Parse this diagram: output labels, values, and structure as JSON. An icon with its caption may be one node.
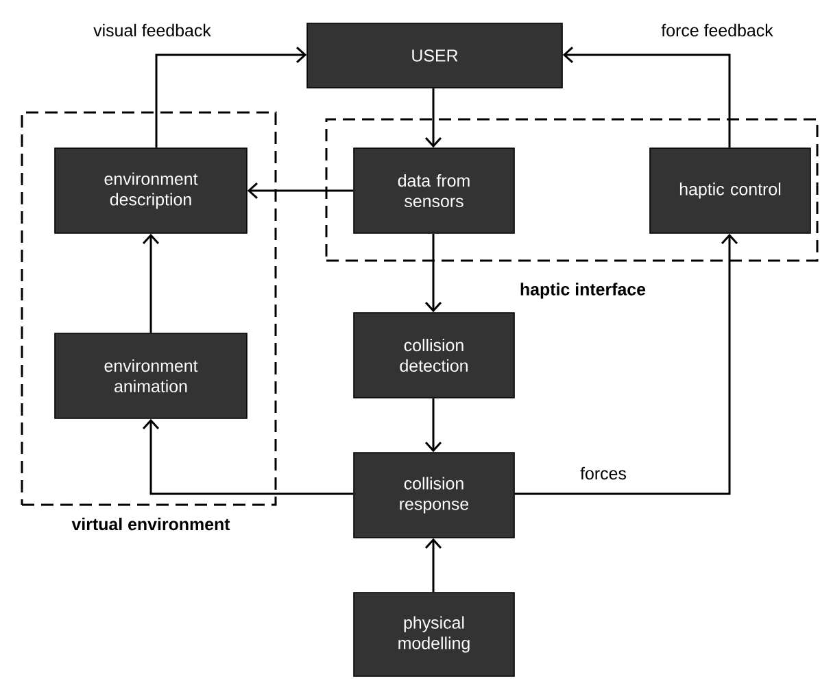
{
  "diagram": {
    "nodes": [
      {
        "text": [
          "USER"
        ]
      },
      {
        "text": [
          "virtual environment"
        ]
      },
      {
        "text": [
          "haptic interface"
        ]
      },
      {
        "text": [
          "environment description"
        ],
        "in": 1
      },
      {
        "text": [
          "data from sensors"
        ],
        "in": 2
      },
      {
        "text": [
          "haptic control"
        ],
        "in": 2
      },
      {
        "text": [
          "environment animation"
        ],
        "in": 1
      },
      {
        "text": [
          "collision detection"
        ]
      },
      {
        "text": [
          "collision response"
        ]
      },
      {
        "text": [
          "physical modelling"
        ]
      }
    ],
    "edges": [
      {
        "from": 3,
        "to": 0,
        "arrow": "to",
        "label": "visual feedback"
      },
      {
        "from": 5,
        "to": 0,
        "arrow": "to",
        "label": "force feedback"
      },
      {
        "from": 0,
        "to": 4,
        "arrow": "to"
      },
      {
        "from": 4,
        "to": 3,
        "arrow": "to"
      },
      {
        "from": 4,
        "to": 7,
        "arrow": "to"
      },
      {
        "from": 7,
        "to": 8,
        "arrow": "to"
      },
      {
        "from": 9,
        "to": 8,
        "arrow": "to"
      },
      {
        "from": 8,
        "to": 6,
        "arrow": "to"
      },
      {
        "from": 8,
        "to": 5,
        "arrow": "to",
        "label": "forces"
      },
      {
        "from": 6,
        "to": 3,
        "arrow": "to"
      }
    ]
  }
}
